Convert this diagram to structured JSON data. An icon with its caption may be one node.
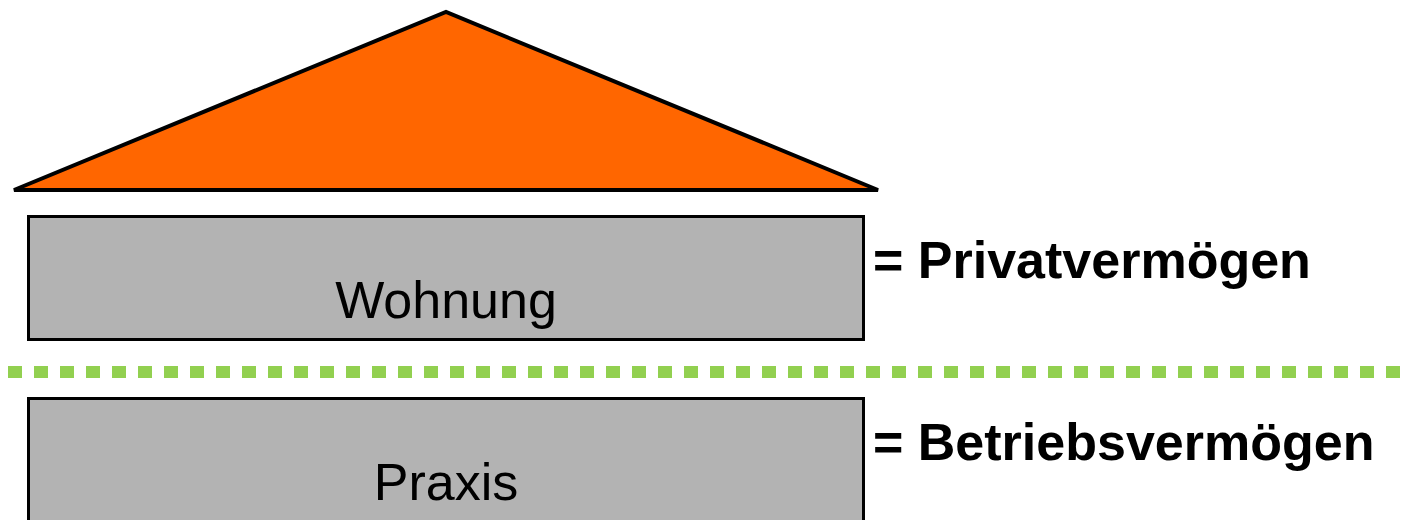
{
  "diagram": {
    "nodes": [
      {
        "text": [
          "Wohnung"
        ],
        "beside": [
          "= Privatvermögen"
        ]
      },
      {
        "text": [
          "Praxis"
        ],
        "beside": [
          "= Betriebsvermögen"
        ]
      }
    ]
  }
}
